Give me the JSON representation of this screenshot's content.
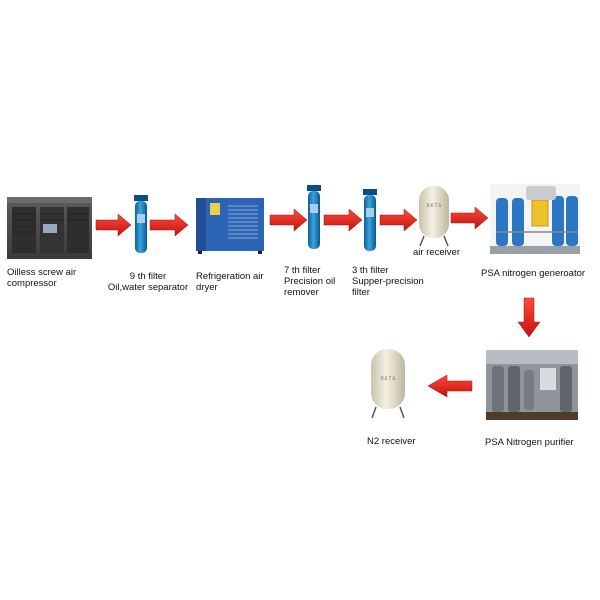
{
  "nodes": {
    "compressor": {
      "label": "Oilless screw air\ncompressor"
    },
    "filter9": {
      "label": "9 th filter\nOil,water separator"
    },
    "dryer": {
      "label": "Refrigeration air\ndryer"
    },
    "filter7": {
      "label": "7 th filter\nPrecision oil\nremover"
    },
    "filter3": {
      "label": "3 th filter\nSupper-precision\nfilter"
    },
    "air_receiver": {
      "label": "air  receiver",
      "tank_text": "R\nE\nT\nS"
    },
    "psa_generator": {
      "label": "PSA nitrogen generoator"
    },
    "psa_purifier": {
      "label": "PSA Nitrogen purifier"
    },
    "n2_receiver": {
      "label": "N2 receiver",
      "tank_text": "R\nE\nT\nS"
    }
  },
  "colors": {
    "arrow": "#e8271f",
    "filter": "#1e86c8",
    "dryer": "#2c63b5",
    "compressor": "#4a4a4a",
    "tank": "#ede9d8"
  }
}
